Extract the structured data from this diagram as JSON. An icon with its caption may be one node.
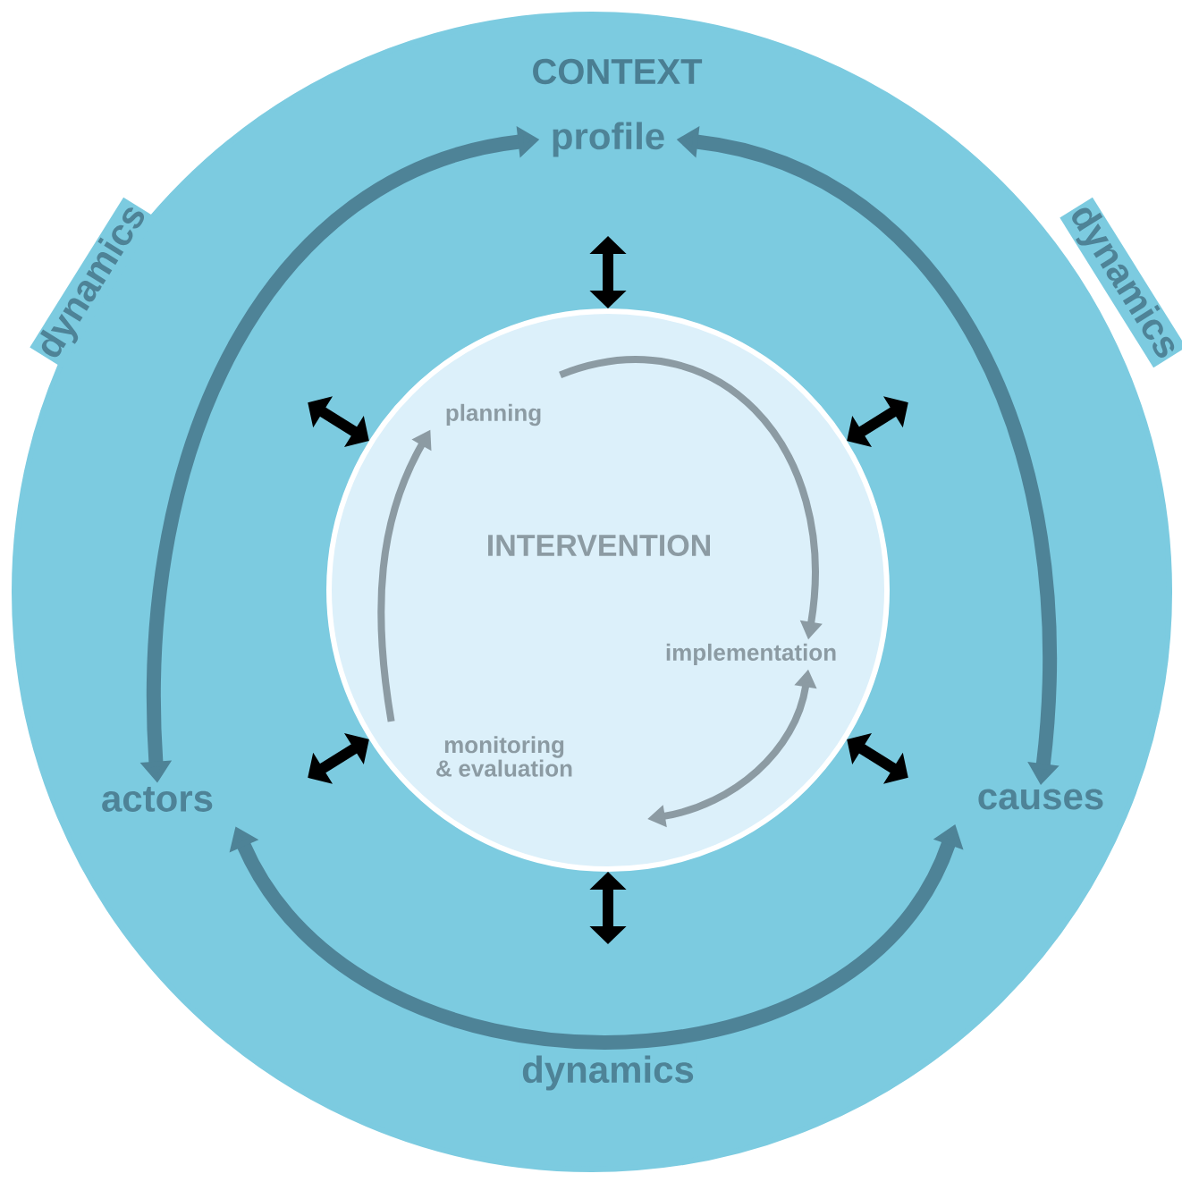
{
  "diagram": {
    "nodes": [
      {
        "text": [
          "CONTEXT"
        ]
      },
      {
        "text": [
          "profile"
        ],
        "in": 0
      },
      {
        "text": [
          "actors"
        ],
        "in": 0
      },
      {
        "text": [
          "causes"
        ],
        "in": 0
      },
      {
        "text": [
          "INTERVENTION"
        ],
        "in": 0
      },
      {
        "text": [
          "planning"
        ],
        "in": 4
      },
      {
        "text": [
          "implementation"
        ],
        "in": 4
      },
      {
        "text": [
          "monitoring & evaluation"
        ],
        "in": 4
      }
    ],
    "edges": [
      {
        "from": 2,
        "to": 1,
        "arrow": "both",
        "label": "dynamics",
        "color": "#4e8397"
      },
      {
        "from": 3,
        "to": 1,
        "arrow": "both",
        "label": "dynamics",
        "color": "#4e8397"
      },
      {
        "from": 2,
        "to": 3,
        "arrow": "both",
        "label": "dynamics",
        "color": "#4e8397"
      },
      {
        "from": 5,
        "to": 6,
        "arrow": "to",
        "color": "#8c9ba3"
      },
      {
        "from": 6,
        "to": 7,
        "arrow": "both",
        "color": "#8c9ba3"
      },
      {
        "from": 7,
        "to": 5,
        "arrow": "to",
        "color": "#8c9ba3"
      },
      {
        "from": 4,
        "to": null,
        "arrow": "both"
      },
      {
        "from": 4,
        "to": null,
        "arrow": "both"
      },
      {
        "from": 4,
        "to": null,
        "arrow": "both"
      },
      {
        "from": 4,
        "to": null,
        "arrow": "both"
      },
      {
        "from": 4,
        "to": null,
        "arrow": "both"
      },
      {
        "from": 4,
        "to": null,
        "arrow": "both"
      }
    ]
  }
}
